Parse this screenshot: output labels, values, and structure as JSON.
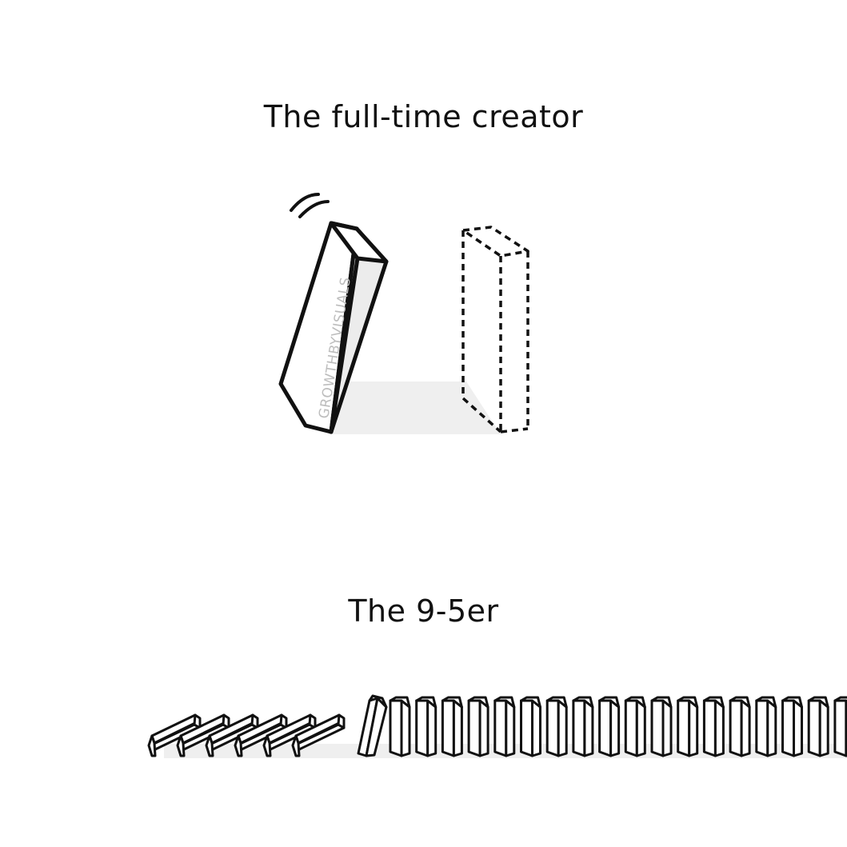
{
  "titles": {
    "top": "The full-time creator",
    "bottom": "The 9-5er"
  },
  "watermark": "GROWTHBYVISUALS",
  "colors": {
    "ink": "#111111",
    "shadow": "#efefef",
    "side_fill": "#ececec",
    "watermark": "#bdbdbd",
    "background": "#ffffff"
  },
  "dominoes": {
    "fallen_count": 7,
    "standing_count_visible": 18
  }
}
